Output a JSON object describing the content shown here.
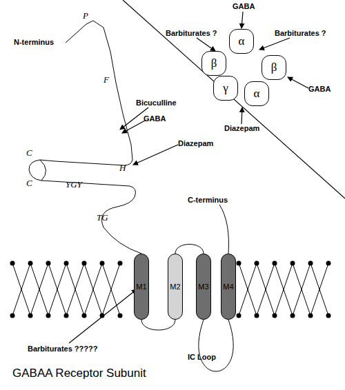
{
  "diagram": {
    "title": "GABAA Receptor Subunit",
    "nodes": [
      {
        "text": [
          "α"
        ]
      },
      {
        "text": [
          "β"
        ]
      },
      {
        "text": [
          "β"
        ]
      },
      {
        "text": [
          "γ"
        ]
      },
      {
        "text": [
          "α"
        ]
      },
      {
        "text": [
          "M1"
        ]
      },
      {
        "text": [
          "M2"
        ]
      },
      {
        "text": [
          "M3"
        ]
      },
      {
        "text": [
          "M4"
        ]
      }
    ],
    "edges": [
      {
        "from": 5,
        "to": 6,
        "arrow": "none"
      },
      {
        "from": 6,
        "to": 7,
        "arrow": "none"
      },
      {
        "from": 7,
        "to": 8,
        "arrow": "none"
      }
    ],
    "labels": [
      "GABA",
      "Barbiturates ?",
      "Barbiturates ?",
      "GABA",
      "Diazepam",
      "N-terminus",
      "P",
      "Bicuculline",
      "GABA",
      "F",
      "Diazepam",
      "H",
      "C",
      "C",
      "YGY",
      "TG",
      "C-terminus",
      "Barbiturates ?????",
      "IC Loop"
    ]
  }
}
